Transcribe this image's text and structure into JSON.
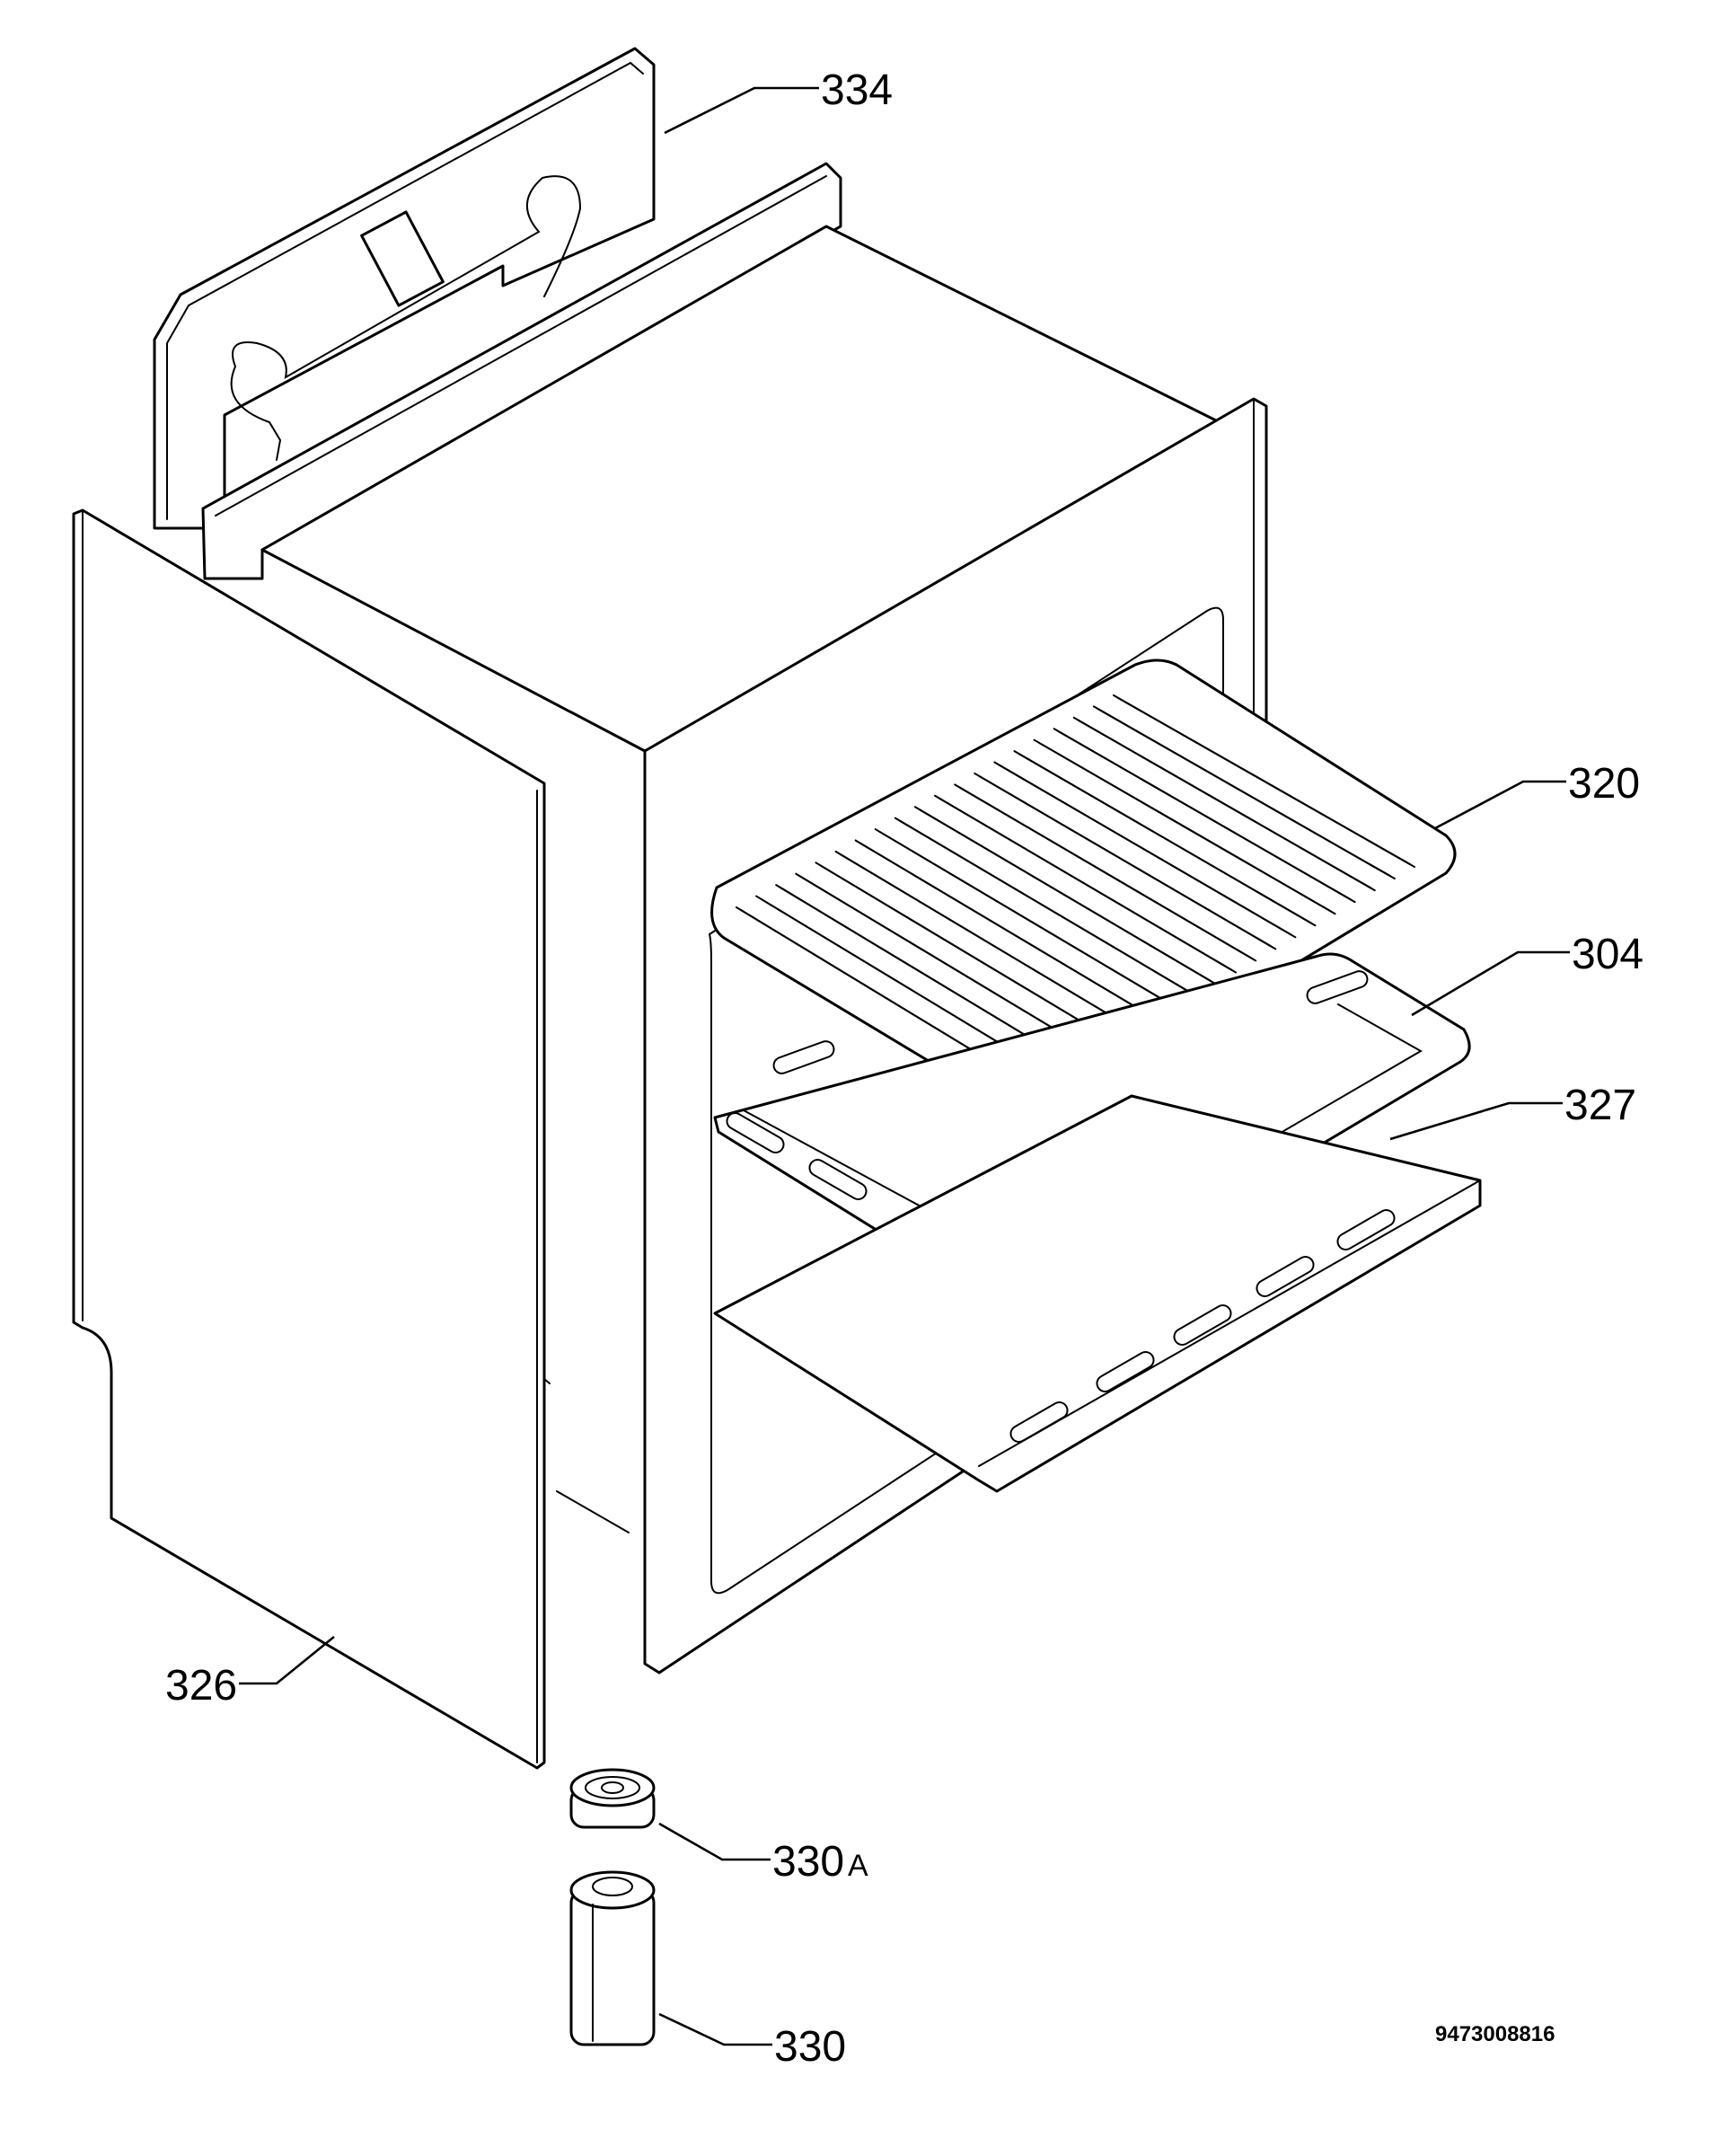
{
  "callouts": {
    "back_panel": "334",
    "grid_shelf": "320",
    "baking_tray": "304",
    "drip_pan": "327",
    "side_panel": "326",
    "foot_cap": "330",
    "foot_cap_suffix": "A",
    "foot": "330"
  },
  "drawing_number": "9473008816",
  "colors": {
    "line": "#000000",
    "background": "#ffffff"
  }
}
